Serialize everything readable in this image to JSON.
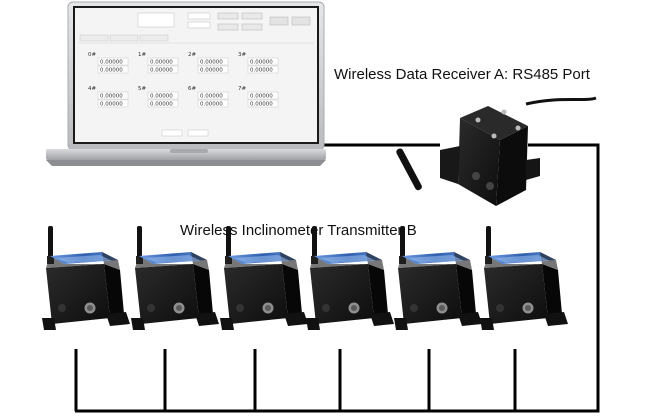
{
  "labels": {
    "receiver": "Wireless Data Receiver A: RS485 Port",
    "transmitter": "Wireless Inclinometer Transmitter B"
  },
  "software": {
    "channels": [
      {
        "id": "0#",
        "x_value": "0.00000",
        "y_value": "0.00000"
      },
      {
        "id": "1#",
        "x_value": "0.00000",
        "y_value": "0.00000"
      },
      {
        "id": "2#",
        "x_value": "0.00000",
        "y_value": "0.00000"
      },
      {
        "id": "3#",
        "x_value": "0.00000",
        "y_value": "0.00000"
      },
      {
        "id": "4#",
        "x_value": "0.00000",
        "y_value": "0.00000"
      },
      {
        "id": "5#",
        "x_value": "0.00000",
        "y_value": "0.00000"
      },
      {
        "id": "6#",
        "x_value": "0.00000",
        "y_value": "0.00000"
      },
      {
        "id": "7#",
        "x_value": "0.00000",
        "y_value": "0.00000"
      }
    ]
  },
  "colors": {
    "wire": "#000000",
    "device_body": "#1b1b1b",
    "device_label": "#3a6fb5",
    "laptop_frame": "#cfd0d3",
    "screen": "#f4f4f4"
  },
  "icons": [
    "laptop-icon",
    "receiver-device-icon",
    "transmitter-device-icon",
    "antenna-icon"
  ]
}
